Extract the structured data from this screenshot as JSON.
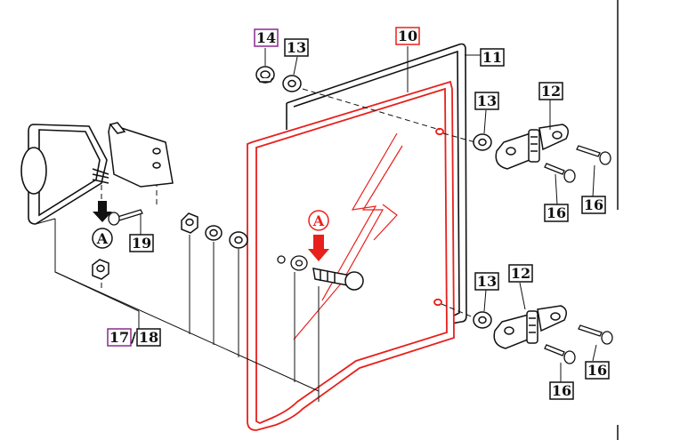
{
  "diagram": {
    "callouts": {
      "p10": "10",
      "p11": "11",
      "p12a": "12",
      "p12b": "12",
      "p13a": "13",
      "p13b": "13",
      "p13c": "13",
      "p14": "14",
      "p16a": "16",
      "p16b": "16",
      "p16c": "16",
      "p16d": "16",
      "p17": "17",
      "slash": "/",
      "p18": "18",
      "p19": "19"
    },
    "markers": {
      "a_left": "A",
      "a_right": "A"
    },
    "colors": {
      "door": "#e8201c",
      "highlight_box_10": "#e8201c",
      "highlight_box_14_17": "#8a2a8f",
      "ink": "#111111"
    }
  }
}
